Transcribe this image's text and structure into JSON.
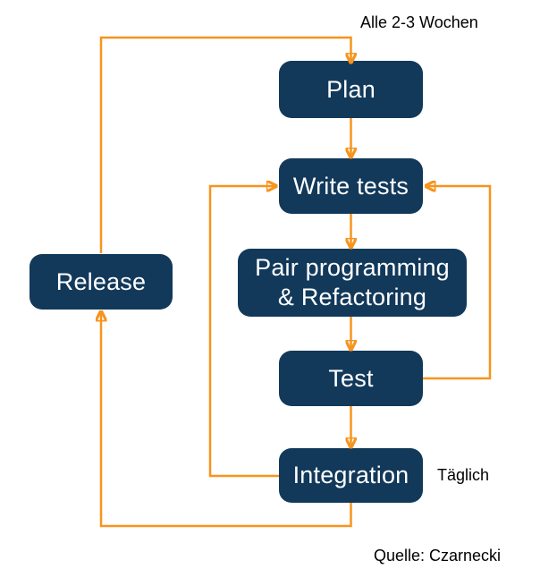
{
  "title": "XP process flowchart",
  "colors": {
    "background": "#ffffff",
    "node_fill": "#12395a",
    "node_text": "#ffffff",
    "arrow": "#f7941d",
    "text": "#000000"
  },
  "nodes": {
    "plan": {
      "label": "Plan"
    },
    "write_tests": {
      "label": "Write tests"
    },
    "pair_programming": {
      "label": "Pair programming & Refactoring",
      "lines": [
        "Pair programming",
        "& Refactoring"
      ]
    },
    "test": {
      "label": "Test"
    },
    "integration": {
      "label": "Integration"
    },
    "release": {
      "label": "Release"
    }
  },
  "edges": [
    {
      "from": "release",
      "to": "plan"
    },
    {
      "from": "plan",
      "to": "write_tests"
    },
    {
      "from": "write_tests",
      "to": "pair_programming"
    },
    {
      "from": "pair_programming",
      "to": "test"
    },
    {
      "from": "test",
      "to": "integration"
    },
    {
      "from": "test",
      "to": "write_tests"
    },
    {
      "from": "integration",
      "to": "write_tests"
    },
    {
      "from": "integration",
      "to": "release"
    }
  ],
  "annotations": {
    "cycle_label": "Alle 2-3 Wochen",
    "daily_label": "Täglich",
    "source_label": "Quelle: Czarnecki"
  }
}
